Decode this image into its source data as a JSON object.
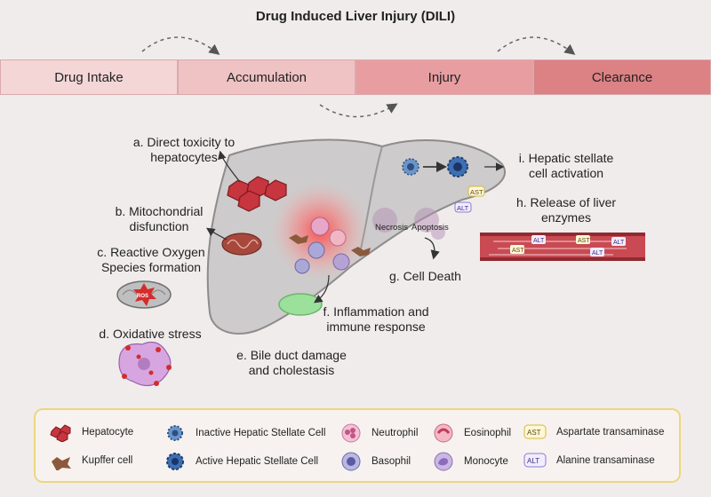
{
  "title": "Drug Induced Liver Injury (DILI)",
  "stages": [
    {
      "label": "Drug Intake",
      "color": "#f4d6d7"
    },
    {
      "label": "Accumulation",
      "color": "#efc2c4"
    },
    {
      "label": "Injury",
      "color": "#e89ea1"
    },
    {
      "label": "Clearance",
      "color": "#dc8184"
    }
  ],
  "labels": {
    "a": "a. Direct toxicity to\nhepatocytes",
    "b": "b. Mitochondrial\ndisfunction",
    "c": "c. Reactive Oxygen\nSpecies formation",
    "d": "d. Oxidative stress",
    "e": "e. Bile duct damage\nand cholestasis",
    "f": "f. Inflammation and\nimmune response",
    "g": "g. Cell Death",
    "h": "h. Release of liver\nenzymes",
    "i": "i. Hepatic stellate\ncell activation"
  },
  "small": {
    "necrosis": "Necrosis",
    "apoptosis": "Apoptosis",
    "ros": "ROS",
    "ast": "AST",
    "alt": "ALT"
  },
  "legend": [
    {
      "label": "Hepatocyte",
      "icon": "hepatocyte-icon"
    },
    {
      "label": "Kupffer cell",
      "icon": "kupffer-cell-icon"
    },
    {
      "label": "Inactive Hepatic Stellate Cell",
      "icon": "inactive-stellate-cell-icon"
    },
    {
      "label": "Active Hepatic Stellate Cell",
      "icon": "active-stellate-cell-icon"
    },
    {
      "label": "Neutrophil",
      "icon": "neutrophil-icon"
    },
    {
      "label": "Basophil",
      "icon": "basophil-icon"
    },
    {
      "label": "Eosinophil",
      "icon": "eosinophil-icon"
    },
    {
      "label": "Monocyte",
      "icon": "monocyte-icon"
    },
    {
      "label": "Aspartate transaminase",
      "icon": "ast-icon"
    },
    {
      "label": "Alanine transaminase",
      "icon": "alt-icon"
    }
  ]
}
